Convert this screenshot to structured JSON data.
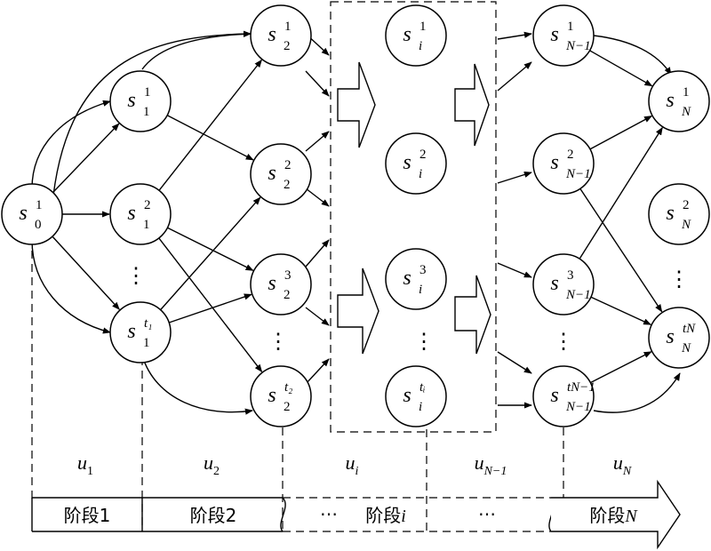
{
  "nodes": [
    {
      "id": "s0_1",
      "base": "s",
      "sup": "1",
      "sub": "0"
    },
    {
      "id": "s1_1",
      "base": "s",
      "sup": "1",
      "sub": "1"
    },
    {
      "id": "s1_2",
      "base": "s",
      "sup": "2",
      "sub": "1"
    },
    {
      "id": "s1_t1",
      "base": "s",
      "sup": "t₁",
      "sub": "1"
    },
    {
      "id": "s2_1",
      "base": "s",
      "sup": "1",
      "sub": "2"
    },
    {
      "id": "s2_2",
      "base": "s",
      "sup": "2",
      "sub": "2"
    },
    {
      "id": "s2_3",
      "base": "s",
      "sup": "3",
      "sub": "2"
    },
    {
      "id": "s2_t2",
      "base": "s",
      "sup": "t₂",
      "sub": "2"
    },
    {
      "id": "si_1",
      "base": "s",
      "sup": "1",
      "sub": "i"
    },
    {
      "id": "si_2",
      "base": "s",
      "sup": "2",
      "sub": "i"
    },
    {
      "id": "si_3",
      "base": "s",
      "sup": "3",
      "sub": "i"
    },
    {
      "id": "si_ti",
      "base": "s",
      "sup": "tᵢ",
      "sub": "i"
    },
    {
      "id": "sN1_1",
      "base": "s",
      "sup": "1",
      "sub": "N−1"
    },
    {
      "id": "sN1_2",
      "base": "s",
      "sup": "2",
      "sub": "N−1"
    },
    {
      "id": "sN1_3",
      "base": "s",
      "sup": "3",
      "sub": "N−1"
    },
    {
      "id": "sN1_t",
      "base": "s",
      "sup": "tN−1",
      "sub": "N−1"
    },
    {
      "id": "sN_1",
      "base": "s",
      "sup": "1",
      "sub": "N"
    },
    {
      "id": "sN_2",
      "base": "s",
      "sup": "2",
      "sub": "N"
    },
    {
      "id": "sN_t",
      "base": "s",
      "sup": "tN",
      "sub": "N"
    }
  ],
  "edges": [
    [
      "s0_1",
      "s1_1"
    ],
    [
      "s0_1",
      "s1_2"
    ],
    [
      "s0_1",
      "s1_t1"
    ],
    [
      "s1_1",
      "s2_1"
    ],
    [
      "s1_1",
      "s2_2"
    ],
    [
      "s1_2",
      "s2_1"
    ],
    [
      "s1_2",
      "s2_3"
    ],
    [
      "s1_2",
      "s2_t2"
    ],
    [
      "s1_t1",
      "s2_2"
    ],
    [
      "s1_t1",
      "s2_3"
    ],
    [
      "s1_t1",
      "s2_t2"
    ],
    [
      "sN1_1",
      "sN_1"
    ],
    [
      "sN1_2",
      "sN_1"
    ],
    [
      "sN1_3",
      "sN_1"
    ],
    [
      "sN1_3",
      "sN_t"
    ],
    [
      "sN1_2",
      "sN_t"
    ],
    [
      "sN1_t",
      "sN_t"
    ]
  ],
  "decisions": [
    {
      "var": "u",
      "sub": "1"
    },
    {
      "var": "u",
      "sub": "2"
    },
    {
      "var": "u",
      "sub": "i"
    },
    {
      "var": "u",
      "sub": "N−1"
    },
    {
      "var": "u",
      "sub": "N"
    }
  ],
  "stages": {
    "stage1": "阶段1",
    "stage2": "阶段2",
    "stage_i_prefix": "阶段",
    "stage_i_var": "i",
    "stage_N_prefix": "阶段",
    "stage_N_var": "N",
    "ellipsis_left": "⋯",
    "ellipsis_right": "⋯"
  },
  "vertical_dots": "⋮"
}
